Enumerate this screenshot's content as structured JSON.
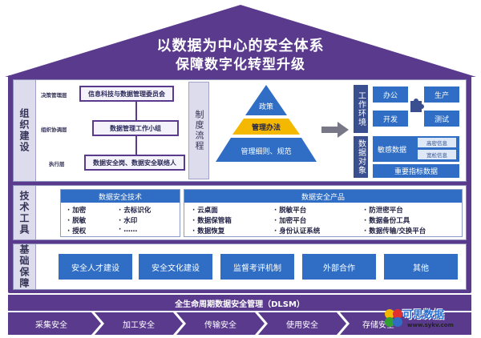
{
  "title": {
    "line1": "以数据为中心的安全体系",
    "line2": "保障数字化转型升级"
  },
  "org": {
    "label": "组织建设",
    "levels": [
      {
        "role": "决策管理层",
        "body": "信息科技与数据管理委员会"
      },
      {
        "role": "组织协调层",
        "body": "数据管理工作小组"
      },
      {
        "role": "执行层",
        "body": "数据安全岗、数据安全联络人"
      }
    ]
  },
  "process": {
    "label": "制度流程",
    "pyramid": [
      "政策",
      "管理办法",
      "管理细则、规范"
    ],
    "env_label": "工作环境",
    "env_items": [
      "办公",
      "生产",
      "开发",
      "测试"
    ],
    "obj_label": "数据对象",
    "obj_title": "敏感数据",
    "obj_tags": [
      "高密信息",
      "宽松信息"
    ],
    "key_data": "重要指标数据"
  },
  "tech": {
    "label": "技术工具",
    "panel1": {
      "title": "数据安全技术",
      "items": [
        "加密",
        "去标识化",
        "脱敏",
        "水印",
        "授权",
        "……"
      ]
    },
    "panel2": {
      "title": "数据安全产品",
      "items": [
        "云桌面",
        "脱敏平台",
        "防泄密平台",
        "数据保管箱",
        "加密平台",
        "数据备份工具",
        "数据恢复",
        "身份认证系统",
        "数据传输/交换平台"
      ]
    }
  },
  "foundation": {
    "label": "基础保障",
    "items": [
      "安全人才建设",
      "安全文化建设",
      "监督考评机制",
      "外部合作",
      "其他"
    ]
  },
  "dlsm": "全生命周期数据安全管理（DLSM）",
  "lifecycle": [
    "采集安全",
    "加工安全",
    "传输安全",
    "使用安全",
    "存储安全"
  ],
  "watermark": {
    "text": "可思数据",
    "url": "www.sykv.com"
  },
  "colors": {
    "frame": "#5a3a8c",
    "accent_blue": "#2f6ec4",
    "navy": "#3a4f8f",
    "highlight": "#f5b800"
  }
}
